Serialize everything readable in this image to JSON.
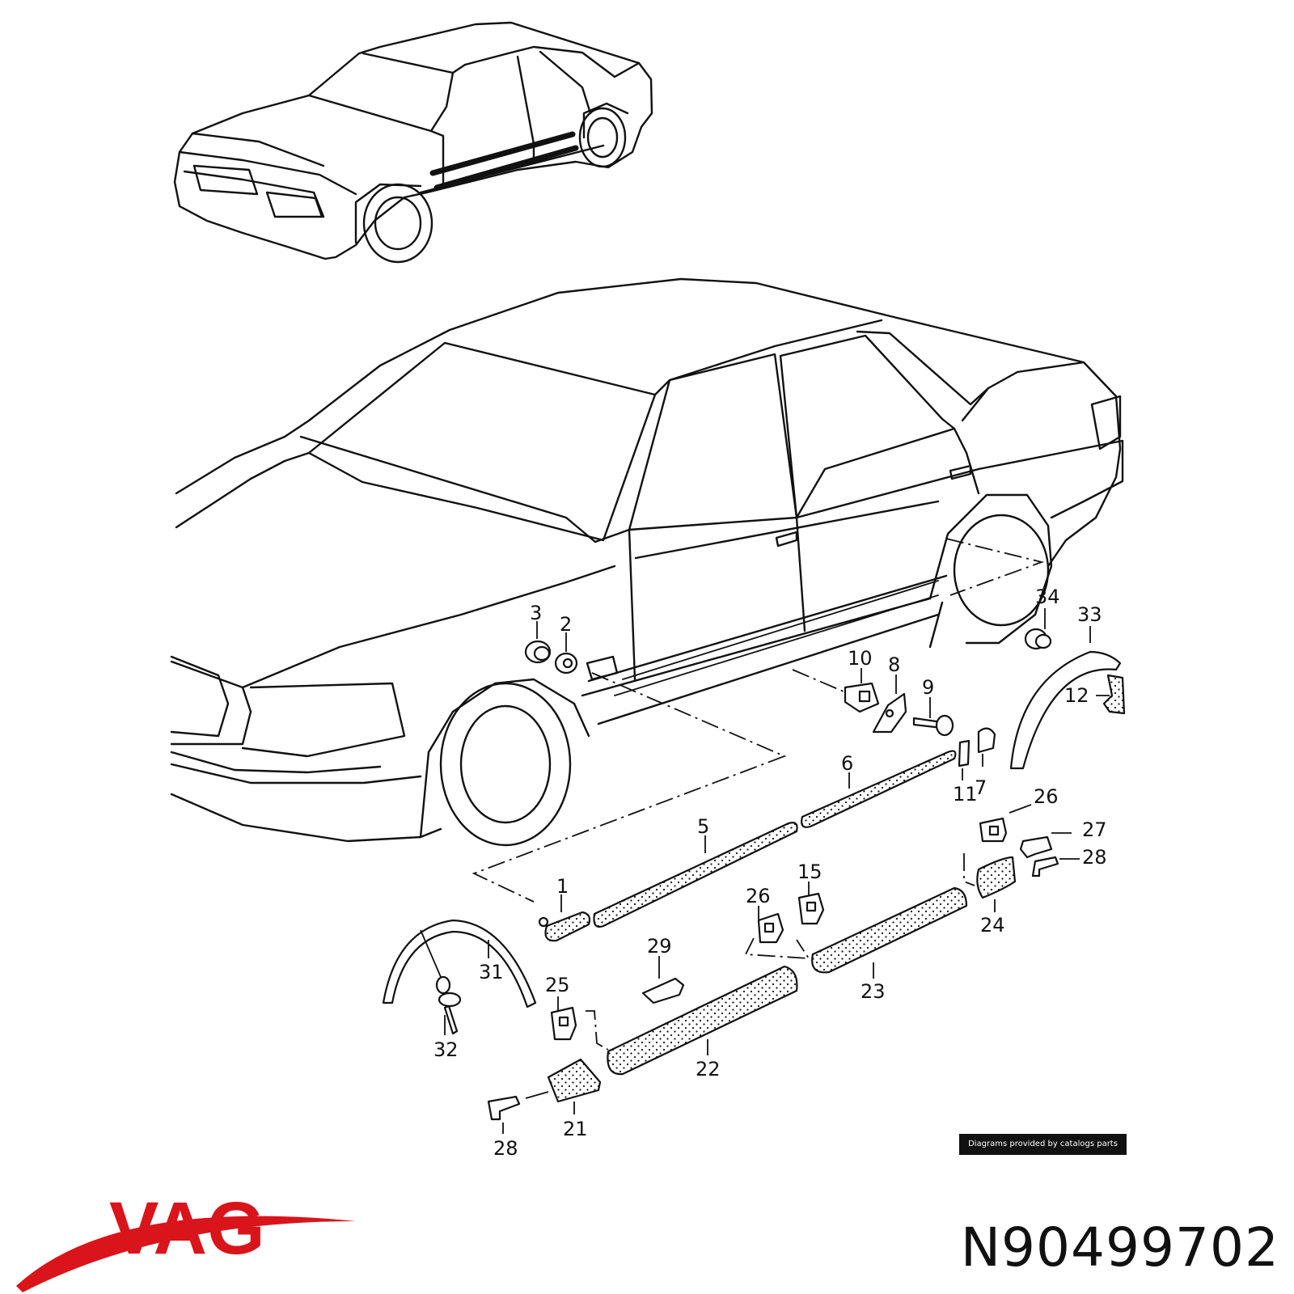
{
  "diagram": {
    "callouts": [
      "1",
      "2",
      "3",
      "5",
      "6",
      "7",
      "8",
      "9",
      "10",
      "11",
      "12",
      "15",
      "21",
      "22",
      "23",
      "24",
      "25",
      "26",
      "26",
      "27",
      "28",
      "28",
      "29",
      "31",
      "32",
      "33",
      "34"
    ]
  },
  "credit": "Diagrams provided by catalogs parts",
  "brand": {
    "name": "VAG",
    "color": "#d9141b"
  },
  "part_number": "N90499702"
}
